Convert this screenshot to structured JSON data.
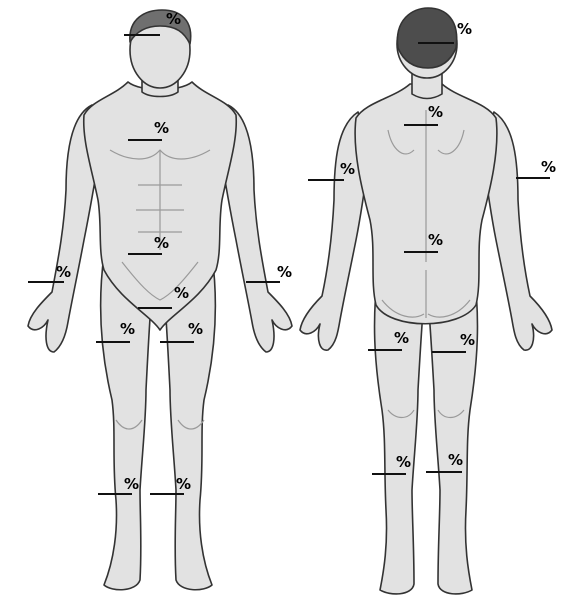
{
  "colors": {
    "background": "#ffffff",
    "skin_fill": "#e2e2e2",
    "skin_shade": "#bdbdbd",
    "outline": "#333333",
    "hair_front": "#6f6f6f",
    "hair_back": "#4d4d4d",
    "line": "#111111"
  },
  "figures": {
    "front": {
      "blanks": [
        {
          "region": "head",
          "symbol": "%"
        },
        {
          "region": "chest",
          "symbol": "%"
        },
        {
          "region": "abdomen",
          "symbol": "%"
        },
        {
          "region": "right-hand",
          "symbol": "%"
        },
        {
          "region": "left-hand",
          "symbol": "%"
        },
        {
          "region": "genitals",
          "symbol": "%"
        },
        {
          "region": "right-thigh",
          "symbol": "%"
        },
        {
          "region": "left-thigh",
          "symbol": "%"
        },
        {
          "region": "right-lower-leg",
          "symbol": "%"
        },
        {
          "region": "left-lower-leg",
          "symbol": "%"
        }
      ]
    },
    "back": {
      "blanks": [
        {
          "region": "head",
          "symbol": "%"
        },
        {
          "region": "upper-back",
          "symbol": "%"
        },
        {
          "region": "left-arm",
          "symbol": "%"
        },
        {
          "region": "right-arm",
          "symbol": "%"
        },
        {
          "region": "lower-back",
          "symbol": "%"
        },
        {
          "region": "left-thigh",
          "symbol": "%"
        },
        {
          "region": "right-thigh",
          "symbol": "%"
        },
        {
          "region": "left-lower-leg",
          "symbol": "%"
        },
        {
          "region": "right-lower-leg",
          "symbol": "%"
        }
      ]
    }
  }
}
